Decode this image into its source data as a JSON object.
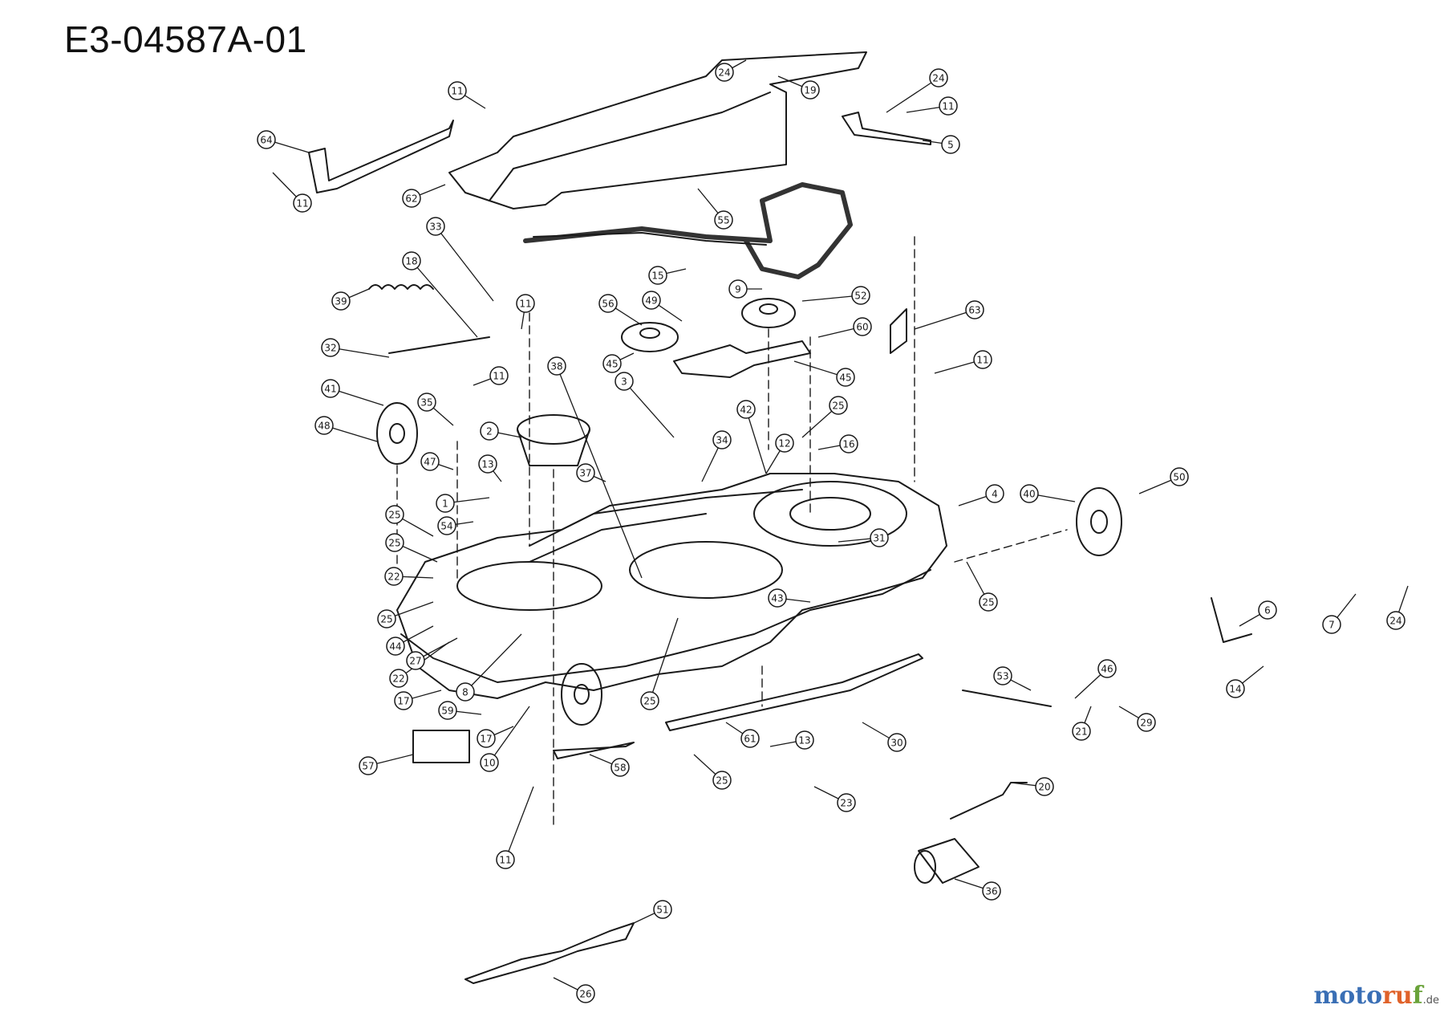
{
  "diagram": {
    "title": "E3-04587A-01",
    "watermark": {
      "part1": "moto",
      "part2": "ru",
      "part3": "f",
      "tld": ".de"
    },
    "callouts": [
      "1",
      "2",
      "3",
      "4",
      "5",
      "6",
      "7",
      "8",
      "9",
      "10",
      "11",
      "12",
      "13",
      "14",
      "15",
      "16",
      "17",
      "18",
      "19",
      "20",
      "21",
      "22",
      "23",
      "24",
      "25",
      "26",
      "27",
      "29",
      "30",
      "31",
      "32",
      "33",
      "34",
      "35",
      "36",
      "37",
      "38",
      "39",
      "40",
      "41",
      "42",
      "43",
      "44",
      "45",
      "46",
      "47",
      "48",
      "49",
      "50",
      "51",
      "52",
      "53",
      "54",
      "55",
      "56",
      "57",
      "58",
      "59",
      "60",
      "61",
      "62",
      "63",
      "64"
    ],
    "line_color": "#1a1a1a",
    "badge_fill": "#ffffff"
  }
}
